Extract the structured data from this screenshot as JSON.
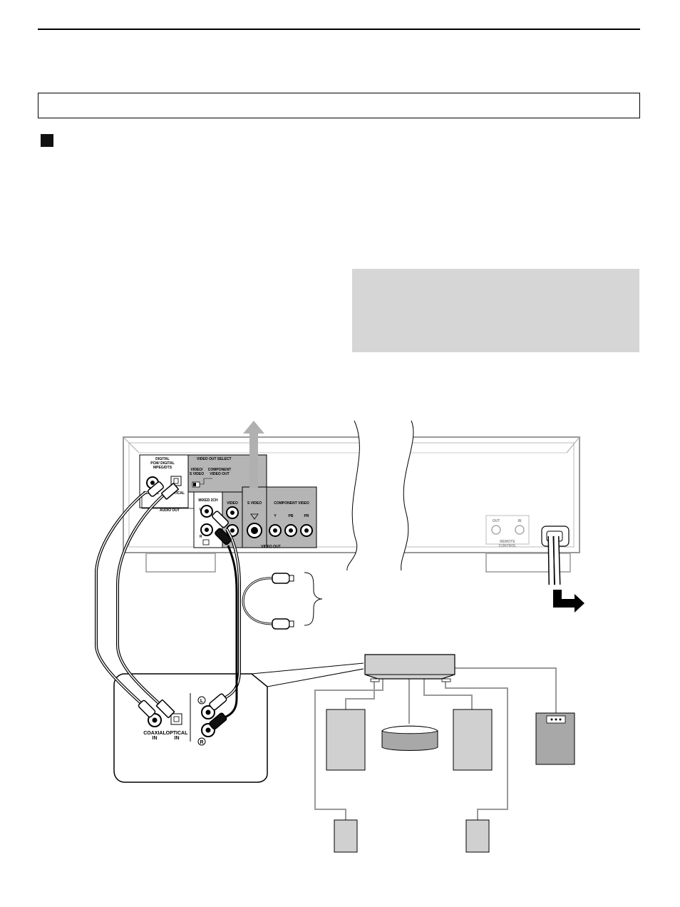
{
  "rear_panel": {
    "digital_header": [
      "DIGITAL",
      "PCM/ DIGITAL",
      "MPEG/DTS"
    ],
    "coaxial": "COAXIAL",
    "optical": "OPTICAL",
    "audio_out": "AUDIO OUT",
    "video_out_select": "VIDEO OUT SELECT",
    "video_s_video": [
      "VIDEO/",
      "S VIDEO"
    ],
    "component_video_out": [
      "COMPONENT",
      "VIDEO OUT"
    ],
    "mixed_2ch": "MIXED 2CH",
    "l_mark": "L",
    "r_mark": "R",
    "video": "VIDEO",
    "s_video": "S VIDEO",
    "component_video": "COMPONENT VIDEO",
    "y": "Y",
    "pb": "PB",
    "pr": "PR",
    "video_out": "VIDEO OUT",
    "remote_out": "OUT",
    "remote_in": "IN",
    "remote_control": [
      "REMOTE",
      "CONTROL"
    ]
  },
  "amplifier_inset": {
    "coaxial_in": [
      "COAXIAL",
      "IN"
    ],
    "optical_in": [
      "OPTICAL",
      "IN"
    ],
    "l_mark": "L",
    "r_mark": "R"
  },
  "colors": {
    "panel_grey": "#b5b5b5",
    "note_grey": "#d6d6d6",
    "arrow_grey": "#b0b0b0",
    "speaker_grey": "#d0d0d0",
    "subwoofer_grey": "#a8a8a8"
  }
}
